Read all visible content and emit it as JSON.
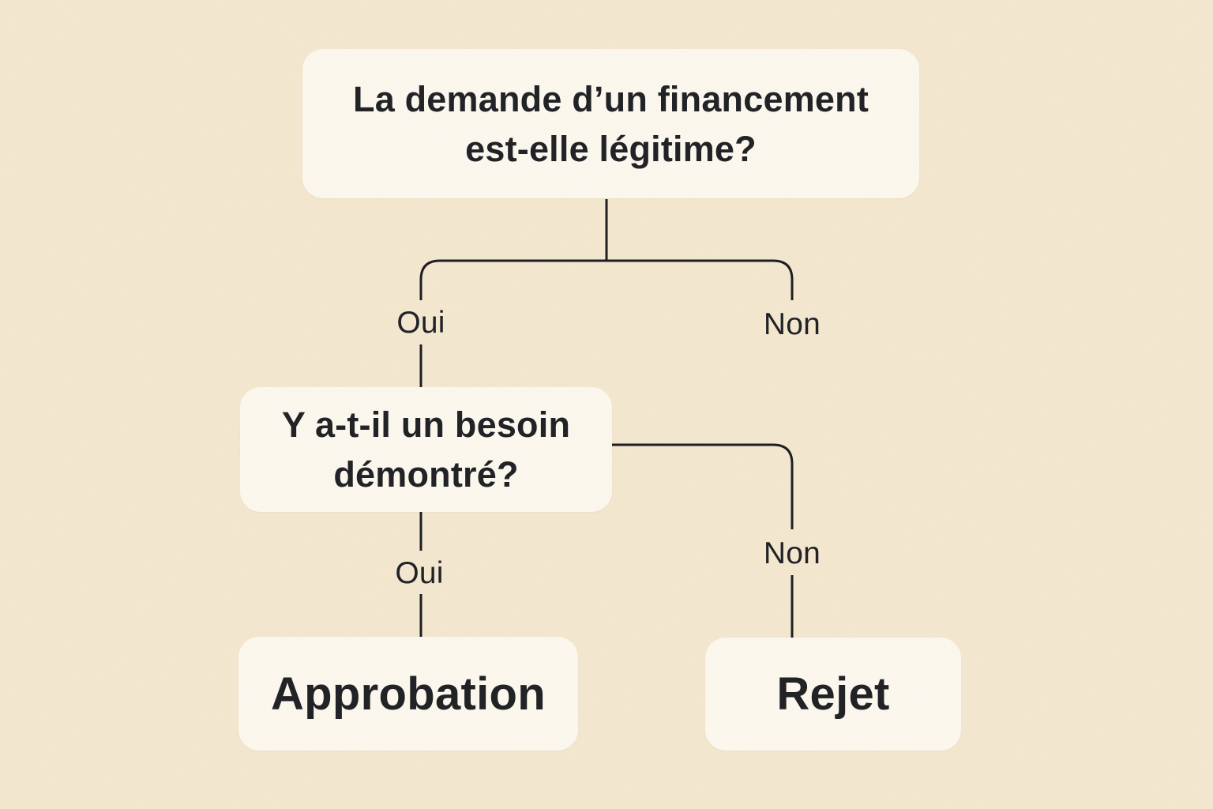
{
  "diagram": {
    "colors": {
      "background": "#f4e7cf",
      "node_fill": "#fcf8ee",
      "line": "#1a1b1d",
      "text": "#1d1f23"
    },
    "nodes": {
      "root_question": {
        "line1": "La demande d’un financement",
        "line2": "est-elle légitime?"
      },
      "need_question": {
        "line1": "Y a-t-il un besoin",
        "line2": "démontré?"
      },
      "approve": {
        "label": "Approbation"
      },
      "reject": {
        "label": "Rejet"
      }
    },
    "edge_labels": {
      "root_yes": "Oui",
      "root_no": "Non",
      "need_yes": "Oui",
      "need_no": "Non"
    }
  }
}
